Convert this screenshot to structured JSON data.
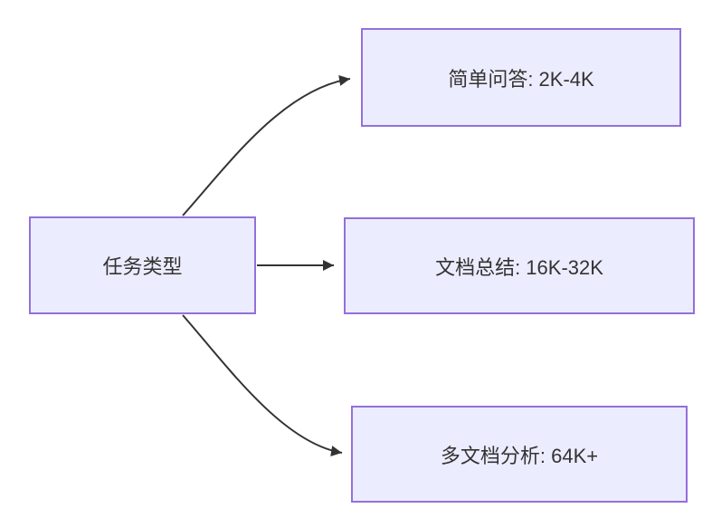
{
  "diagram": {
    "type": "flowchart-LR",
    "colors": {
      "background": "#ffffff",
      "node_fill": "#ECECFF",
      "node_border": "#9370DB",
      "text_color": "#333333",
      "arrow_color": "#333333"
    },
    "nodes": {
      "root": {
        "label": "任务类型"
      },
      "simple_qa": {
        "label": "简单问答: 2K-4K"
      },
      "doc_summary": {
        "label": "文档总结: 16K-32K"
      },
      "multi_doc": {
        "label": "多文档分析: 64K+"
      }
    },
    "edges": [
      {
        "from": "任务类型",
        "to": "简单问答: 2K-4K"
      },
      {
        "from": "任务类型",
        "to": "文档总结: 16K-32K"
      },
      {
        "from": "任务类型",
        "to": "多文档分析: 64K+"
      }
    ]
  }
}
